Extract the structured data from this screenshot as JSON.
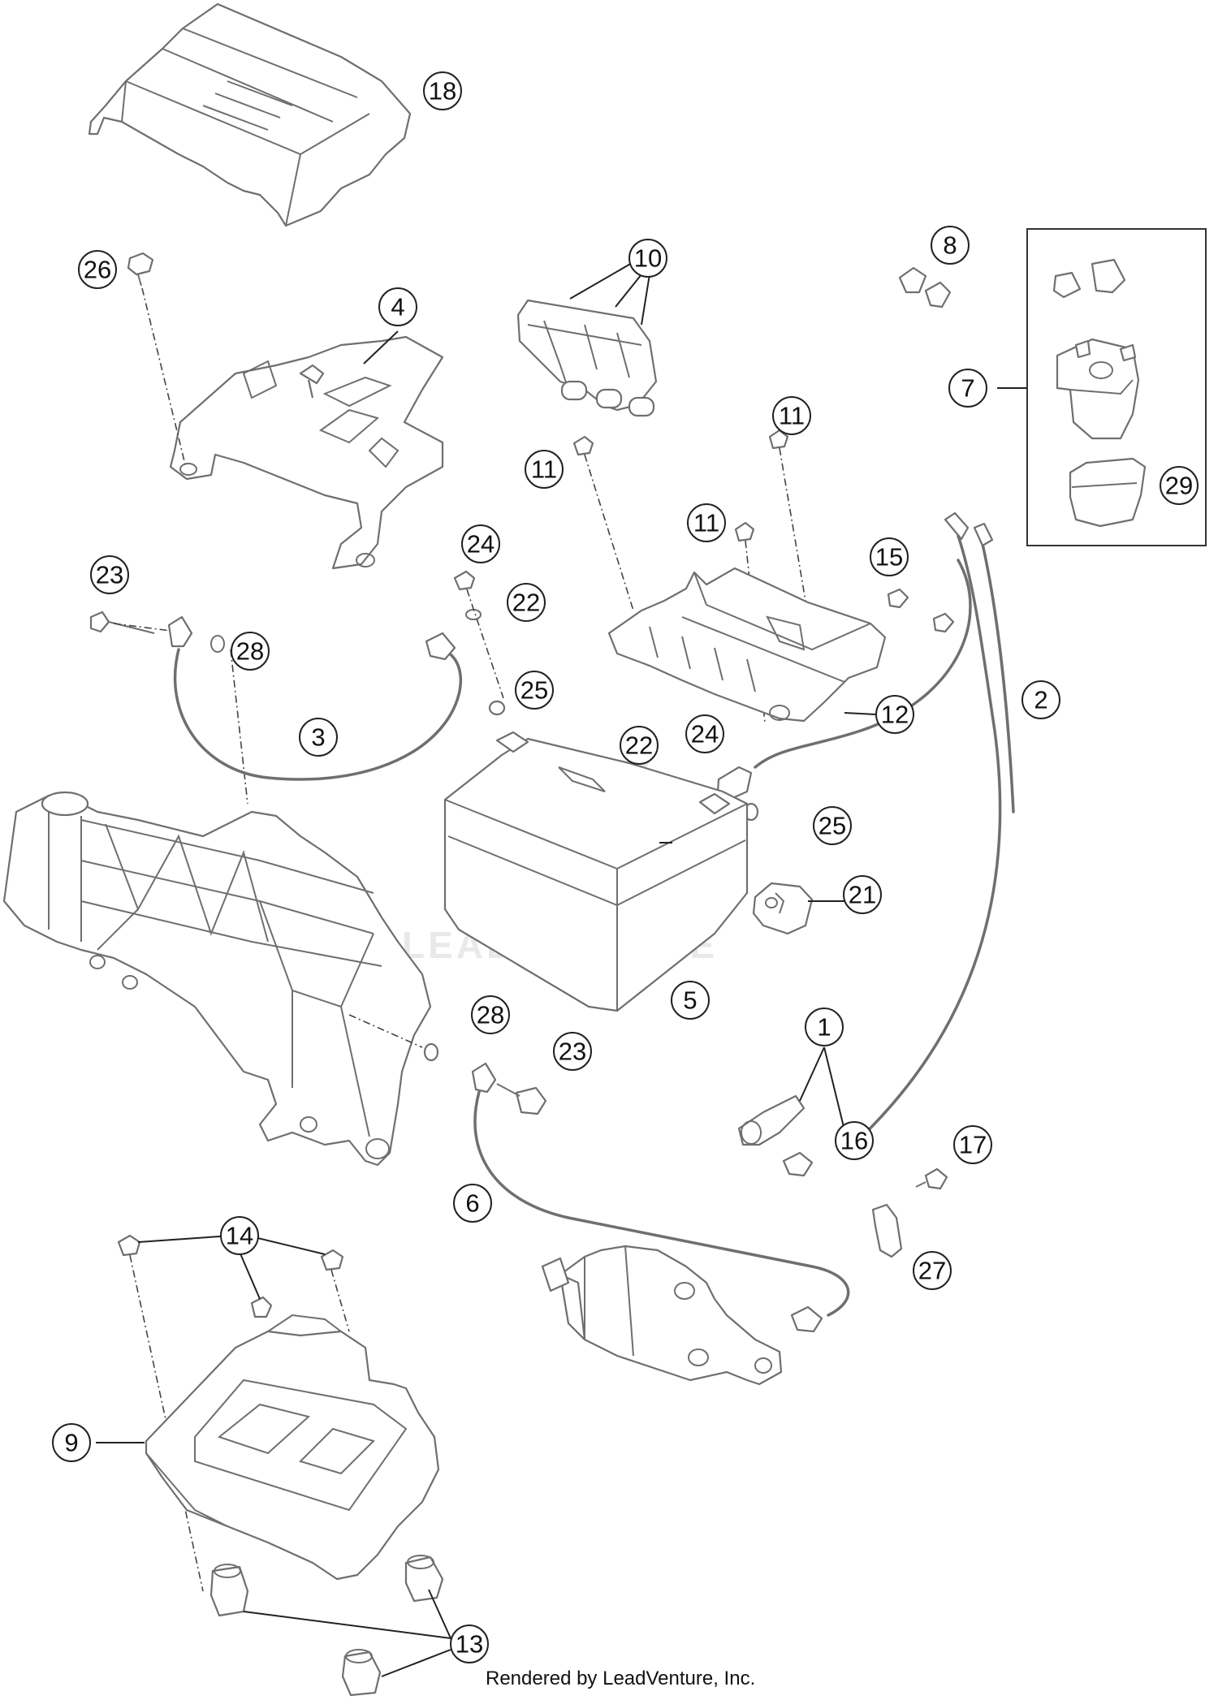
{
  "watermark": {
    "text": "LEADVENTURE"
  },
  "footer": {
    "rendered_by": "Rendered by LeadVenture, Inc."
  },
  "callouts": {
    "c18": "18",
    "c26": "26",
    "c4": "4",
    "c10": "10",
    "c8": "8",
    "c7": "7",
    "c29": "29",
    "c11a": "11",
    "c11b": "11",
    "c11c": "11",
    "c15": "15",
    "c23a": "23",
    "c24a": "24",
    "c22a": "22",
    "c28a": "28",
    "c25a": "25",
    "c3": "3",
    "c2": "2",
    "c12": "12",
    "c22b": "22",
    "c24b": "24",
    "c25b": "25",
    "c21": "21",
    "c5": "5",
    "c28b": "28",
    "c23b": "23",
    "c1": "1",
    "c16": "16",
    "c17": "17",
    "c6": "6",
    "c27": "27",
    "c14": "14",
    "c9": "9",
    "c13": "13"
  },
  "icons": {
    "battery": "battery-icon",
    "starter": "starter-motor-icon",
    "relay": "starter-relay-icon",
    "frame": "frame-icon",
    "box": "battery-box-icon"
  }
}
